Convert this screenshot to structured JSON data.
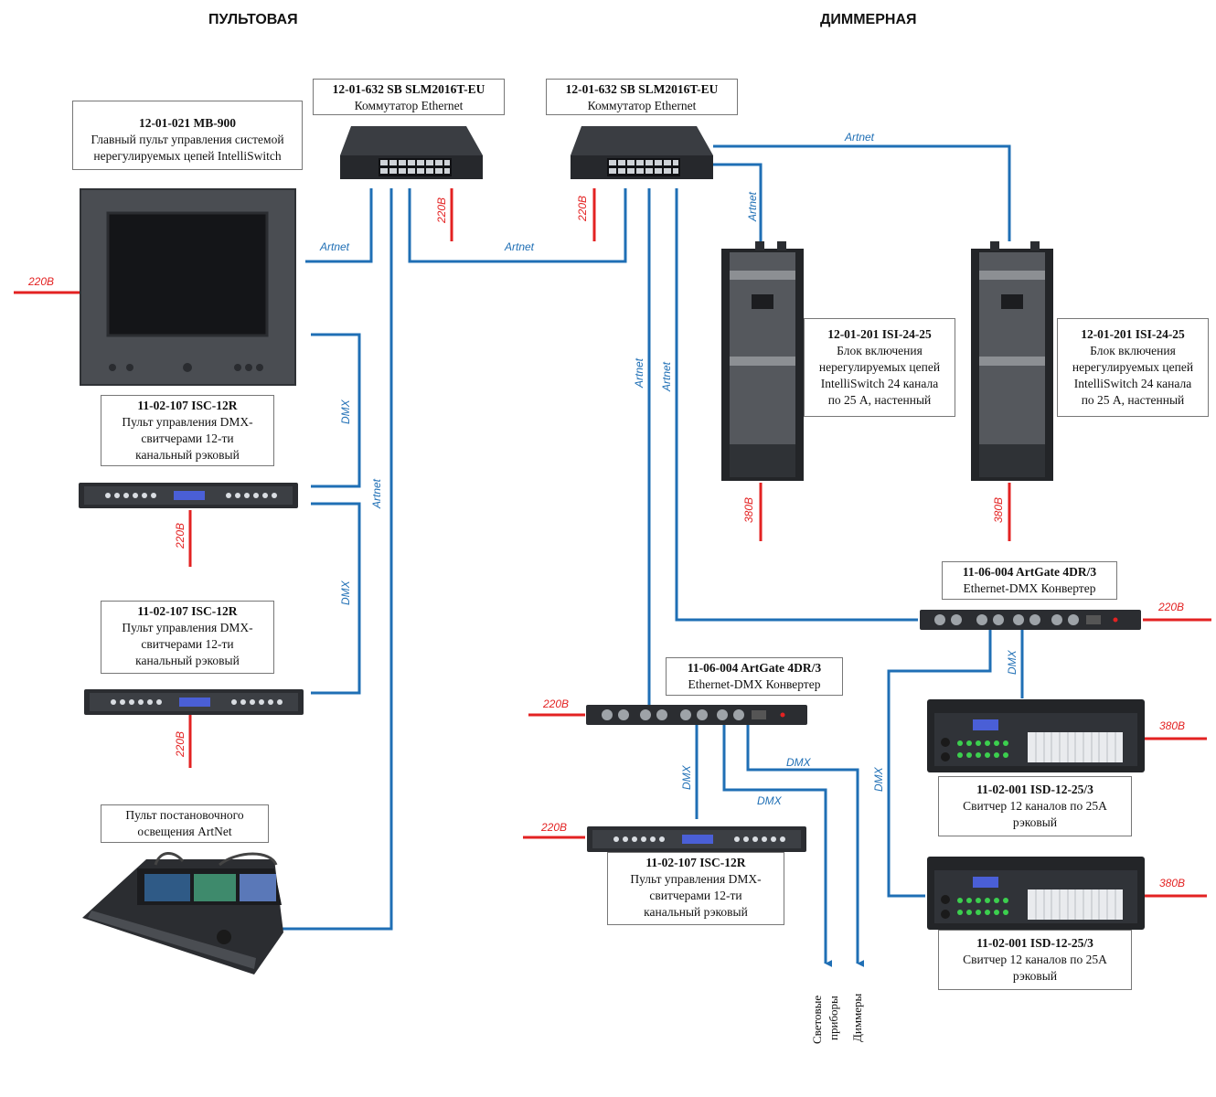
{
  "headers": {
    "left": "ПУЛЬТОВАЯ",
    "right": "ДИММЕРНАЯ"
  },
  "switch_1": {
    "code": "12-01-632 SB SLM2016T-EU",
    "desc": "Коммутатор Ethernet"
  },
  "switch_2": {
    "code": "12-01-632 SB SLM2016T-EU",
    "desc": "Коммутатор Ethernet"
  },
  "mb900": {
    "code": "12-01-021   MB-900",
    "line1": "Главный пульт управления системой",
    "line2": "нерегулируемых цепей IntelliSwitch"
  },
  "isc_1": {
    "code": "11-02-107   ISC-12R",
    "line1": "Пульт управления DMX-",
    "line2": "свитчерами 12-ти",
    "line3": "канальный рэковый"
  },
  "isc_2": {
    "code": "11-02-107   ISC-12R",
    "line1": "Пульт управления DMX-",
    "line2": "свитчерами 12-ти",
    "line3": "канальный рэковый"
  },
  "isc_3": {
    "code": "11-02-107   ISC-12R",
    "line1": "Пульт управления DMX-",
    "line2": "свитчерами 12-ти",
    "line3": "канальный рэковый"
  },
  "artnet_console": {
    "line1": "Пульт постановочного",
    "line2": "освещения ArtNet"
  },
  "isi_1": {
    "code": "12-01-201   ISI-24-25",
    "line1": "Блок включения",
    "line2": "нерегулируемых цепей",
    "line3": "IntelliSwitch 24 канала",
    "line4": "по 25 А, настенный"
  },
  "isi_2": {
    "code": "12-01-201   ISI-24-25",
    "line1": "Блок включения",
    "line2": "нерегулируемых цепей",
    "line3": "IntelliSwitch 24 канала",
    "line4": "по 25 А, настенный"
  },
  "artgate_1": {
    "code": "11-06-004  ArtGate 4DR/3",
    "desc": "Ethernet-DMX Конвертер"
  },
  "artgate_2": {
    "code": "11-06-004  ArtGate 4DR/3",
    "desc": "Ethernet-DMX Конвертер"
  },
  "isd_1": {
    "code": "11-02-001   ISD-12-25/3",
    "line1": "Свитчер 12 каналов по 25А",
    "line2": "рэковый"
  },
  "isd_2": {
    "code": "11-02-001   ISD-12-25/3",
    "line1": "Свитчер 12 каналов по 25А",
    "line2": "рэковый"
  },
  "labels": {
    "artnet": "Artnet",
    "dmx": "DMX",
    "v220": "220В",
    "v380": "380В"
  },
  "outputs": {
    "fixtures_1": "Световые",
    "fixtures_2": "приборы",
    "dimmers": "Диммеры"
  },
  "colors": {
    "signal_line": "#1f6fb5",
    "power_line": "#e32222",
    "device_dark": "#2b2b2b",
    "device_panel": "#4a4d52"
  }
}
